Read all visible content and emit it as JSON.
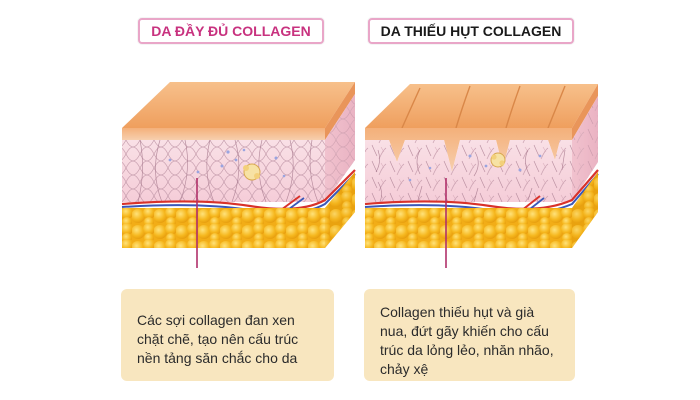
{
  "labels": {
    "left_title": "DA ĐẦY ĐỦ COLLAGEN",
    "right_title": "DA THIẾU HỤT COLLAGEN"
  },
  "descriptions": {
    "left": "Các sợi collagen đan xen chặt chẽ, tạo nên cấu trúc nền tảng săn chắc cho da",
    "right": "Collagen thiếu hụt và già nua, đứt gãy khiến cho cấu trúc da lỏng lẻo, nhăn nhão, chảy xệ"
  },
  "colors": {
    "title_pink": "#c8327f",
    "box_border": "#e9a6c8",
    "desc_bg": "#f8e6bf",
    "epidermis": "#f3b27a",
    "dermis": "#f8d6df",
    "fat": "#f4b21c",
    "pointer": "#b0306a"
  }
}
